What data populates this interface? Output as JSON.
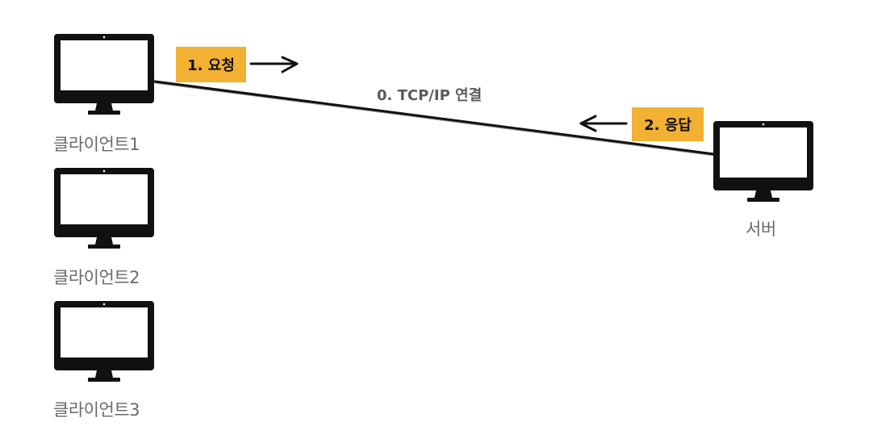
{
  "nodes": {
    "client1": {
      "label": "클라이언트1",
      "icon": "monitor-icon"
    },
    "client2": {
      "label": "클라이언트2",
      "icon": "monitor-icon"
    },
    "client3": {
      "label": "클라이언트3",
      "icon": "monitor-icon"
    },
    "server": {
      "label": "서버",
      "icon": "monitor-icon"
    }
  },
  "connection": {
    "label": "0. TCP/IP 연결"
  },
  "request": {
    "label": "1. 요청"
  },
  "response": {
    "label": "2. 응답"
  },
  "colors": {
    "badge": "#f2b132",
    "line": "#111111",
    "node_label": "#6a6a6a",
    "connection_label": "#5a5a5a"
  }
}
